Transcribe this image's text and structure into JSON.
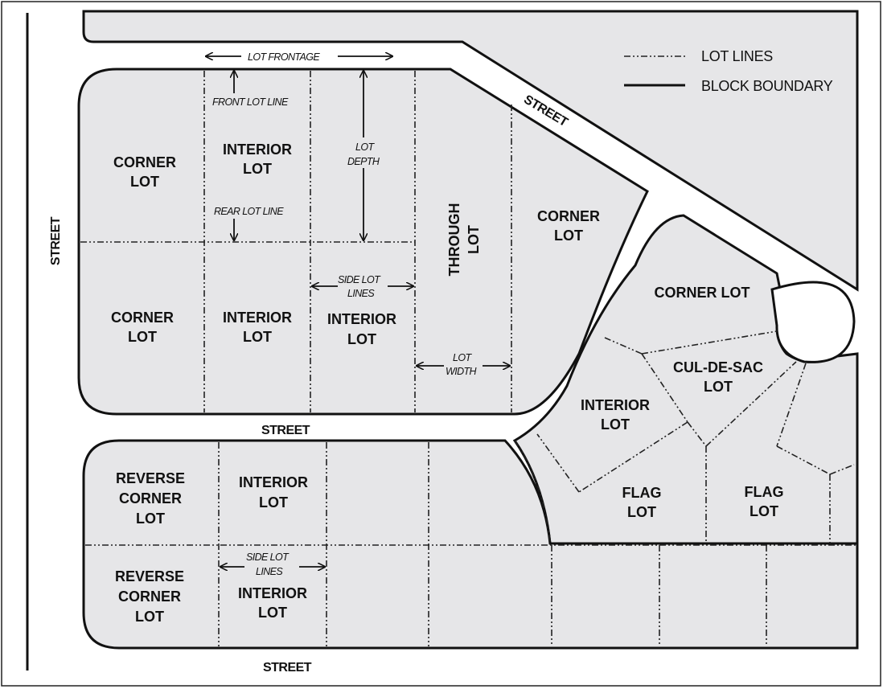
{
  "legend": {
    "lot_lines": "LOT LINES",
    "block_boundary": "BLOCK BOUNDARY"
  },
  "streets": {
    "west": "STREET",
    "northeast": "STREET",
    "middle": "STREET",
    "bottom": "STREET"
  },
  "annotations": {
    "lot_frontage": "LOT FRONTAGE",
    "front_lot_line": "FRONT LOT LINE",
    "rear_lot_line": "REAR LOT LINE",
    "lot_depth_1": "LOT",
    "lot_depth_2": "DEPTH",
    "side_lot_lines_1": "SIDE LOT",
    "side_lot_lines_2": "LINES",
    "lot_width_1": "LOT",
    "lot_width_2": "WIDTH",
    "side_lot_lines_b1": "SIDE LOT",
    "side_lot_lines_b2": "LINES"
  },
  "lots": {
    "corner_top_l1": "CORNER",
    "corner_top_l2": "LOT",
    "interior_top_l1": "INTERIOR",
    "interior_top_l2": "LOT",
    "corner_mid_l1": "CORNER",
    "corner_mid_l2": "LOT",
    "interior_mid1_l1": "INTERIOR",
    "interior_mid1_l2": "LOT",
    "interior_mid2_l1": "INTERIOR",
    "interior_mid2_l2": "LOT",
    "through_l1": "THROUGH",
    "through_l2": "LOT",
    "corner_right_l1": "CORNER",
    "corner_right_l2": "LOT",
    "corner_cul": "CORNER LOT",
    "culdesac_l1": "CUL-DE-SAC",
    "culdesac_l2": "LOT",
    "interior_east_l1": "INTERIOR",
    "interior_east_l2": "LOT",
    "flag1_l1": "FLAG",
    "flag1_l2": "LOT",
    "flag2_l1": "FLAG",
    "flag2_l2": "LOT",
    "rev_corner1_l1": "REVERSE",
    "rev_corner1_l2": "CORNER",
    "rev_corner1_l3": "LOT",
    "interior_low1_l1": "INTERIOR",
    "interior_low1_l2": "LOT",
    "rev_corner2_l1": "REVERSE",
    "rev_corner2_l2": "CORNER",
    "rev_corner2_l3": "LOT",
    "interior_low2_l1": "INTERIOR",
    "interior_low2_l2": "LOT"
  }
}
